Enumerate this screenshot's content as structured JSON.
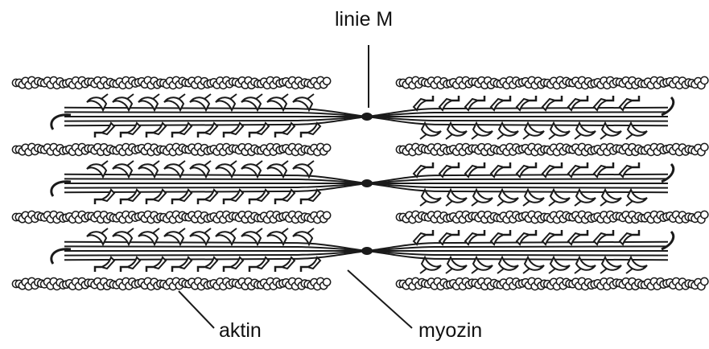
{
  "labels": {
    "m_line": "linie M",
    "actin": "aktin",
    "myosin": "myozin"
  },
  "style": {
    "stroke": "#1a1a1a",
    "fill": "#ffffff"
  }
}
